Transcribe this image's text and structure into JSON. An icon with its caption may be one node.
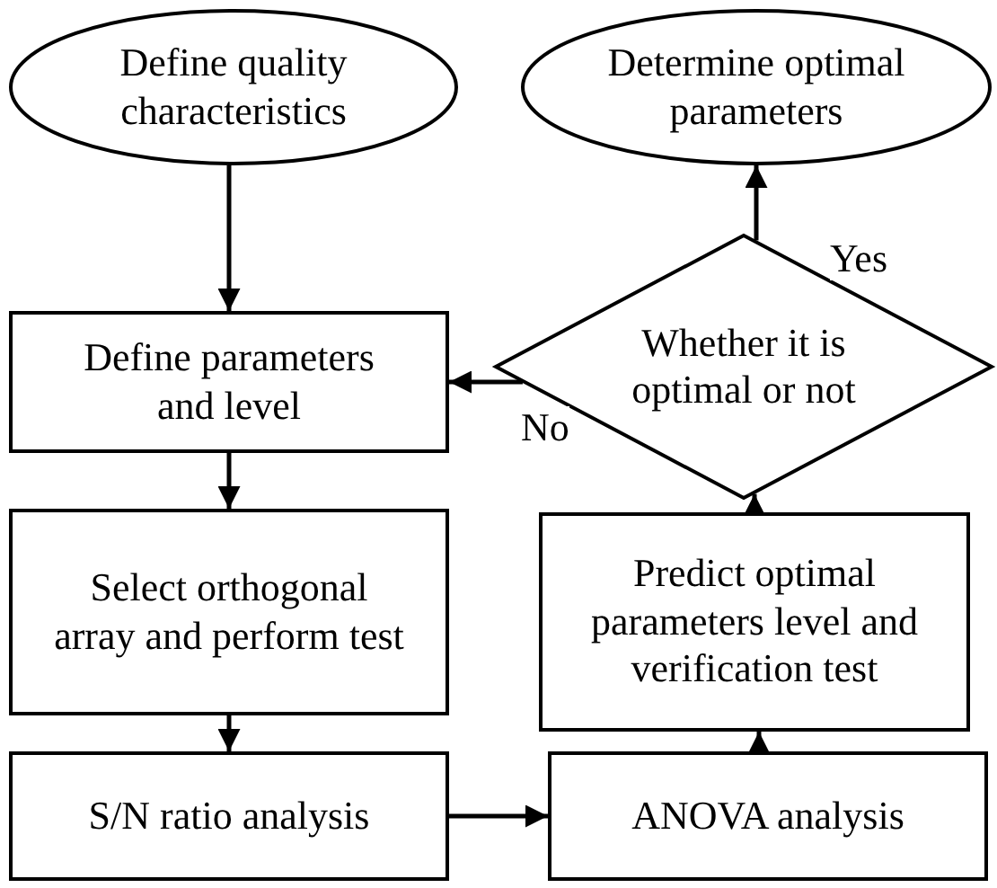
{
  "diagram": {
    "nodes": [
      {
        "text": [
          "Define quality characteristics"
        ]
      },
      {
        "text": [
          "Determine optimal parameters"
        ]
      },
      {
        "text": [
          "Define parameters and level"
        ]
      },
      {
        "text": [
          "Whether it is optimal or not"
        ]
      },
      {
        "text": [
          "Select orthogonal array and perform test"
        ]
      },
      {
        "text": [
          "Predict optimal parameters level and verification test"
        ]
      },
      {
        "text": [
          "S/N ratio analysis"
        ]
      },
      {
        "text": [
          "ANOVA analysis"
        ]
      }
    ],
    "edges": [
      {
        "from": 0,
        "to": 2,
        "arrow": "to"
      },
      {
        "from": 2,
        "to": 4,
        "arrow": "to"
      },
      {
        "from": 4,
        "to": 6,
        "arrow": "to"
      },
      {
        "from": 6,
        "to": 7,
        "arrow": "to"
      },
      {
        "from": 7,
        "to": 5,
        "arrow": "to"
      },
      {
        "from": 5,
        "to": 3,
        "arrow": "to"
      },
      {
        "from": 3,
        "to": 1,
        "arrow": "to",
        "label": "Yes"
      },
      {
        "from": 3,
        "to": 2,
        "arrow": "to",
        "label": "No"
      }
    ]
  }
}
